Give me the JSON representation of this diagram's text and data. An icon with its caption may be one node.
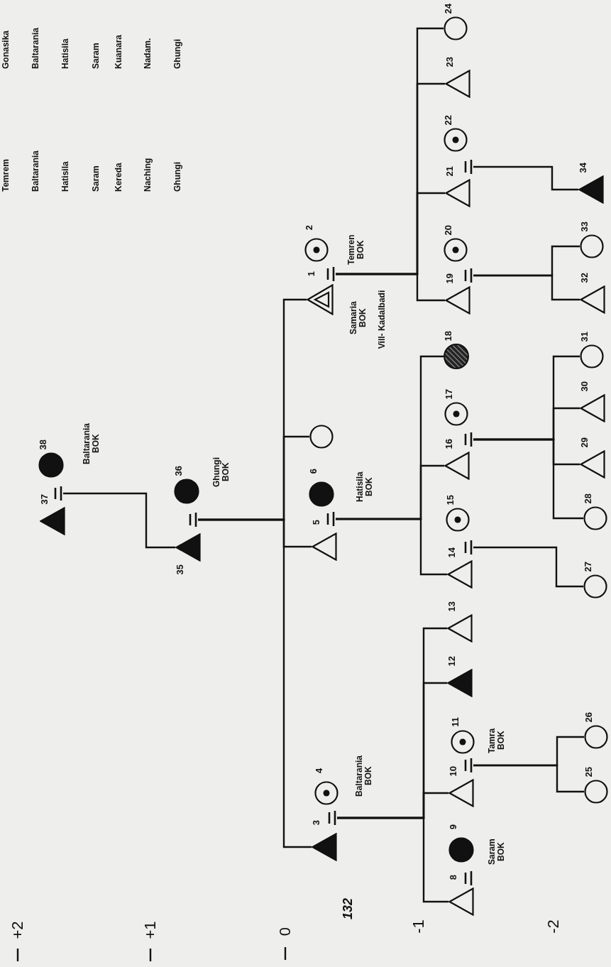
{
  "diagram": {
    "nodes": [
      {
        "text": [
          "1"
        ]
      },
      {
        "text": [
          "2"
        ],
        "beside": [
          "Temren BOK"
        ]
      },
      {
        "text": [
          "3"
        ]
      },
      {
        "text": [
          "4"
        ],
        "beside": [
          "Baltarania BOK"
        ]
      },
      {
        "text": [
          "5"
        ]
      },
      {
        "text": [
          "6"
        ],
        "beside": [
          "Hatisila BOK"
        ]
      },
      {
        "text": [],
        "shape": "circle"
      },
      {
        "text": [
          "8"
        ]
      },
      {
        "text": [
          "9"
        ],
        "beside": [
          "Saram BOK"
        ]
      },
      {
        "text": [
          "10"
        ]
      },
      {
        "text": [
          "11"
        ],
        "beside": [
          "Tamra BOK"
        ]
      },
      {
        "text": [
          "12"
        ]
      },
      {
        "text": [
          "13"
        ]
      },
      {
        "text": [
          "14"
        ]
      },
      {
        "text": [
          "15"
        ]
      },
      {
        "text": [
          "16"
        ]
      },
      {
        "text": [
          "17"
        ]
      },
      {
        "text": [
          "18"
        ]
      },
      {
        "text": [
          "19"
        ]
      },
      {
        "text": [
          "20"
        ]
      },
      {
        "text": [
          "21"
        ]
      },
      {
        "text": [
          "22"
        ]
      },
      {
        "text": [
          "23"
        ]
      },
      {
        "text": [
          "24"
        ]
      },
      {
        "text": [
          "25"
        ]
      },
      {
        "text": [
          "26"
        ]
      },
      {
        "text": [
          "27"
        ]
      },
      {
        "text": [
          "28"
        ]
      },
      {
        "text": [
          "29"
        ]
      },
      {
        "text": [
          "30"
        ]
      },
      {
        "text": [
          "31"
        ]
      },
      {
        "text": [
          "32"
        ]
      },
      {
        "text": [
          "33"
        ]
      },
      {
        "text": [
          "34"
        ]
      },
      {
        "text": [
          "35"
        ]
      },
      {
        "text": [
          "36"
        ],
        "beside": [
          "Ghungi BOK"
        ]
      },
      {
        "text": [
          "37"
        ]
      },
      {
        "text": [
          "38"
        ],
        "beside": [
          "Baltarania BOK"
        ]
      },
      {
        "text": [],
        "shape": "bar"
      },
      {
        "text": [],
        "shape": "bar"
      },
      {
        "text": [],
        "shape": "bar"
      },
      {
        "text": [],
        "shape": "bar"
      },
      {
        "text": [],
        "shape": "bar"
      },
      {
        "text": [],
        "shape": "bar"
      },
      {
        "text": [],
        "shape": "bar"
      },
      {
        "text": [],
        "shape": "bar"
      },
      {
        "text": [],
        "shape": "bar"
      },
      {
        "text": [],
        "shape": "bar"
      }
    ],
    "edges": [
      {
        "from": 38,
        "to": 34,
        "arrow": "none"
      },
      {
        "from": 39,
        "to": 0,
        "arrow": "none"
      },
      {
        "from": 39,
        "to": 6,
        "arrow": "none"
      },
      {
        "from": 39,
        "to": 4,
        "arrow": "none"
      },
      {
        "from": 39,
        "to": 2,
        "arrow": "none"
      },
      {
        "from": 40,
        "to": 18,
        "arrow": "none"
      },
      {
        "from": 40,
        "to": 20,
        "arrow": "none"
      },
      {
        "from": 40,
        "to": 22,
        "arrow": "none"
      },
      {
        "from": 40,
        "to": 23,
        "arrow": "none"
      },
      {
        "from": 41,
        "to": 13,
        "arrow": "none"
      },
      {
        "from": 41,
        "to": 15,
        "arrow": "none"
      },
      {
        "from": 41,
        "to": 17,
        "arrow": "none"
      },
      {
        "from": 42,
        "to": 7,
        "arrow": "none"
      },
      {
        "from": 42,
        "to": 9,
        "arrow": "none"
      },
      {
        "from": 42,
        "to": 11,
        "arrow": "none"
      },
      {
        "from": 42,
        "to": 12,
        "arrow": "none"
      },
      {
        "from": 43,
        "to": 24,
        "arrow": "none"
      },
      {
        "from": 43,
        "to": 25,
        "arrow": "none"
      },
      {
        "from": 44,
        "to": 26,
        "arrow": "none"
      },
      {
        "from": 45,
        "to": 27,
        "arrow": "none"
      },
      {
        "from": 45,
        "to": 28,
        "arrow": "none"
      },
      {
        "from": 45,
        "to": 29,
        "arrow": "none"
      },
      {
        "from": 45,
        "to": 30,
        "arrow": "none"
      },
      {
        "from": 46,
        "to": 31,
        "arrow": "none"
      },
      {
        "from": 46,
        "to": 32,
        "arrow": "none"
      },
      {
        "from": 47,
        "to": 33,
        "arrow": "none"
      }
    ],
    "labels": [
      "Temrem",
      "Gonasika",
      "Baltarania",
      "Baltarania",
      "Hatisila",
      "Hatisila",
      "Saram",
      "Saram",
      "Kereda",
      "Kuanara",
      "Naching",
      "Nadam.",
      "Ghungi",
      "Ghungi",
      "Samaria BOK",
      "Vill- Kadalbadi",
      "132",
      "+2",
      "+1",
      "0",
      "-1",
      "-2"
    ]
  }
}
